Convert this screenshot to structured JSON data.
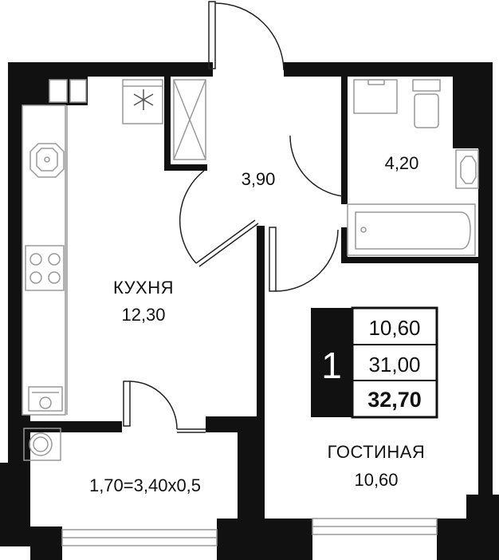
{
  "rooms": {
    "kitchen": {
      "name": "КУХНЯ",
      "area": "12,30"
    },
    "hall": {
      "area": "3,90"
    },
    "bathroom": {
      "area": "4,20"
    },
    "living": {
      "name": "ГОСТИНАЯ",
      "area": "10,60"
    },
    "balcony": {
      "area": "1,70=3,40x0,5"
    }
  },
  "info_box": {
    "rooms_count": "1",
    "living_area": "10,60",
    "area_without_balcony": "31,00",
    "total_area": "32,70"
  },
  "colors": {
    "wall": "#111111",
    "background": "#ffffff",
    "fixture_line": "#999999"
  },
  "icons": [
    "snowflake-icon",
    "stove-icon",
    "washing-machine-icon",
    "bathtub-icon",
    "sink-icon",
    "toilet-icon",
    "door-icon",
    "window-icon"
  ]
}
